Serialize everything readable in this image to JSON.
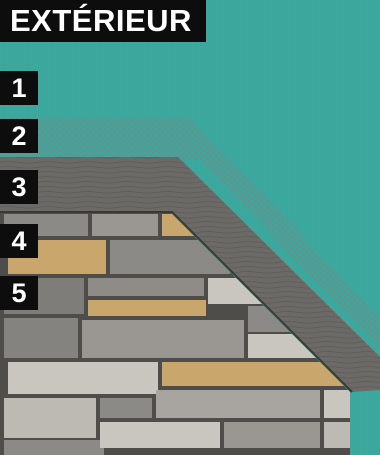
{
  "title": "EXTÉRIEUR",
  "layers": [
    {
      "number": "1",
      "label": ""
    },
    {
      "number": "2",
      "label": ""
    },
    {
      "number": "3",
      "label": ""
    },
    {
      "number": "4",
      "label": ""
    },
    {
      "number": "5",
      "label": ""
    }
  ],
  "colors": {
    "sheathing": "#3aa79d",
    "membrane_mesh": "#5d7d78",
    "wood_board": "#6b6a66",
    "mortar": "#4f4d49",
    "stone_grey": "#8c8a86",
    "stone_light": "#c9c6c0",
    "stone_tan": "#c9a66b",
    "label_bg": "#0d0d0d",
    "label_text": "#ffffff"
  }
}
